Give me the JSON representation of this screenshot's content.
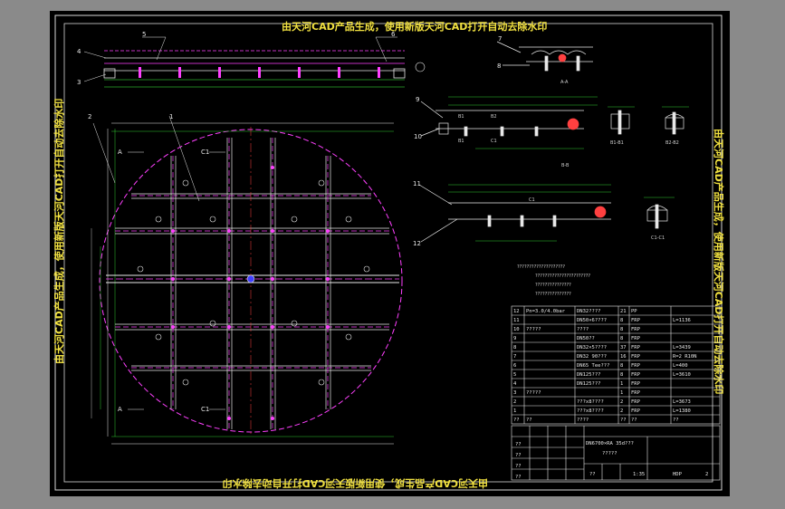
{
  "watermark": {
    "top": "由天河CAD产品生成，使用新版天河CAD打开自动去除水印",
    "bottom": "由天河CAD产品生成，使用新版天河CAD打开自动去除水印",
    "left": "由天河CAD产品生成，使用新版天河CAD打开自动去除水印",
    "right": "由天河CAD产品生成，使用新版天河CAD打开自动去除水印"
  },
  "leaders": [
    "1",
    "2",
    "3",
    "4",
    "5",
    "6",
    "7",
    "8",
    "9",
    "10",
    "11",
    "12"
  ],
  "sections": {
    "a": "A-A",
    "b": "B-B",
    "b1": "B1-B1",
    "b2": "B2-B2",
    "c1": "C1-C1"
  },
  "views": {
    "a_left_top": "A",
    "a_left_bottom": "A",
    "c1_top": "C1",
    "c1_bottom": "C1",
    "b1_a": "B1",
    "b2_a": "B2",
    "b1_b": "B1",
    "c1_mid_a": "C1",
    "c1_mid_b": "C1"
  },
  "notes": [
    "????????????????????",
    "???????????????????????",
    "???????????????",
    "???????????????"
  ],
  "bom": {
    "rows": [
      [
        "12",
        "Pn=3.0/4.0bar",
        "DN32????",
        "21",
        "PP",
        ""
      ],
      [
        "11",
        "",
        "DN50×6????",
        "8",
        "FRP",
        "L=1136"
      ],
      [
        "10",
        "?????",
        "????",
        "8",
        "FRP",
        ""
      ],
      [
        "9",
        "",
        "DN50??",
        "8",
        "FRP",
        ""
      ],
      [
        "8",
        "",
        "DN32×5????",
        "37",
        "FRP",
        "L=3439"
      ],
      [
        "7",
        "",
        "DN32 90???",
        "16",
        "FRP",
        "R=2 R10N"
      ],
      [
        "6",
        "",
        "DN65 Tee???",
        "8",
        "FRP",
        "L=400"
      ],
      [
        "5",
        "",
        "DN125???",
        "8",
        "FRP",
        "L=3610"
      ],
      [
        "4",
        "",
        "DN125???",
        "1",
        "FRP",
        ""
      ],
      [
        "3",
        "?????",
        "",
        "1",
        "FRP",
        ""
      ],
      [
        "2",
        "",
        "???x8????",
        "2",
        "FRP",
        "L=3673"
      ],
      [
        "1",
        "",
        "???x8????",
        "2",
        "FRP",
        "L=1380"
      ],
      [
        "??",
        "??",
        "????",
        "??",
        "??",
        "??"
      ]
    ],
    "title": "DN6700×RA 35d???",
    "subtitle": "?????",
    "code": "HDP",
    "sheet": "2",
    "scale": "1:35",
    "labels": [
      "??",
      "??",
      "??",
      "??",
      "??"
    ]
  }
}
